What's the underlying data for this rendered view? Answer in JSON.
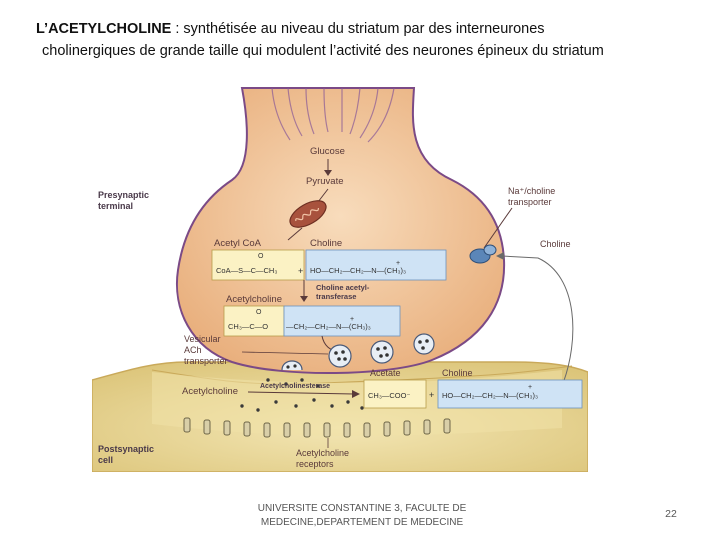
{
  "slide": {
    "title_bold": "L’ACETYLCHOLINE",
    "title_rest": " : synthétisée au niveau du striatum par des interneurones",
    "title_line2": "cholinergiques de grande taille qui modulent l’activité des neurones épineux du striatum",
    "footer": "UNIVERSITE CONSTANTINE 3, FACULTE DE MEDECINE,DEPARTEMENT DE MEDECINE",
    "page_number": "22"
  },
  "diagram": {
    "labels": {
      "glucose": "Glucose",
      "pyruvate": "Pyruvate",
      "presynaptic": "Presynaptic",
      "terminal": "terminal",
      "na_transporter_1": "Na⁺/choline",
      "na_transporter_2": "transporter",
      "choline_right": "Choline",
      "acetyl_coa": "Acetyl CoA",
      "choline_top": "Choline",
      "cat_1": "Choline acetyl-",
      "cat_2": "transferase",
      "acetylcholine_mid": "Acetylcholine",
      "vesicular_1": "Vesicular",
      "vesicular_2": "ACh",
      "vesicular_3": "transporter",
      "acetate": "Acetate",
      "choline_bottom": "Choline",
      "acetylcholine_cleft": "Acetylcholine",
      "ache": "Acetylcholinesterase",
      "postsynaptic": "Postsynaptic",
      "cell": "cell",
      "receptors_1": "Acetylcholine",
      "receptors_2": "receptors"
    },
    "formulas": {
      "coa_part": "CoA—S—C—CH₃",
      "choline_formula": "HO—CH₂—CH₂—N—(CH₃)₃",
      "ach_left": "CH₃—C—O",
      "ach_right": "—CH₂—CH₂—N—(CH₃)₃",
      "acetate_formula": "CH₃—COO⁻",
      "choline_formula_b": "HO—CH₂—CH₂—N—(CH₃)₃",
      "carbonyl_o": "O",
      "plus": "+",
      "plus_charge": "+"
    },
    "colors": {
      "terminal_fill": "#f3c9a0",
      "postsynaptic_fill": "#eedd9c",
      "formula_yellow": "#fbf2c4",
      "formula_blue": "#cfe3f5",
      "neuron_outline": "#7b4a86",
      "label_color": "#5a3a3a"
    }
  }
}
